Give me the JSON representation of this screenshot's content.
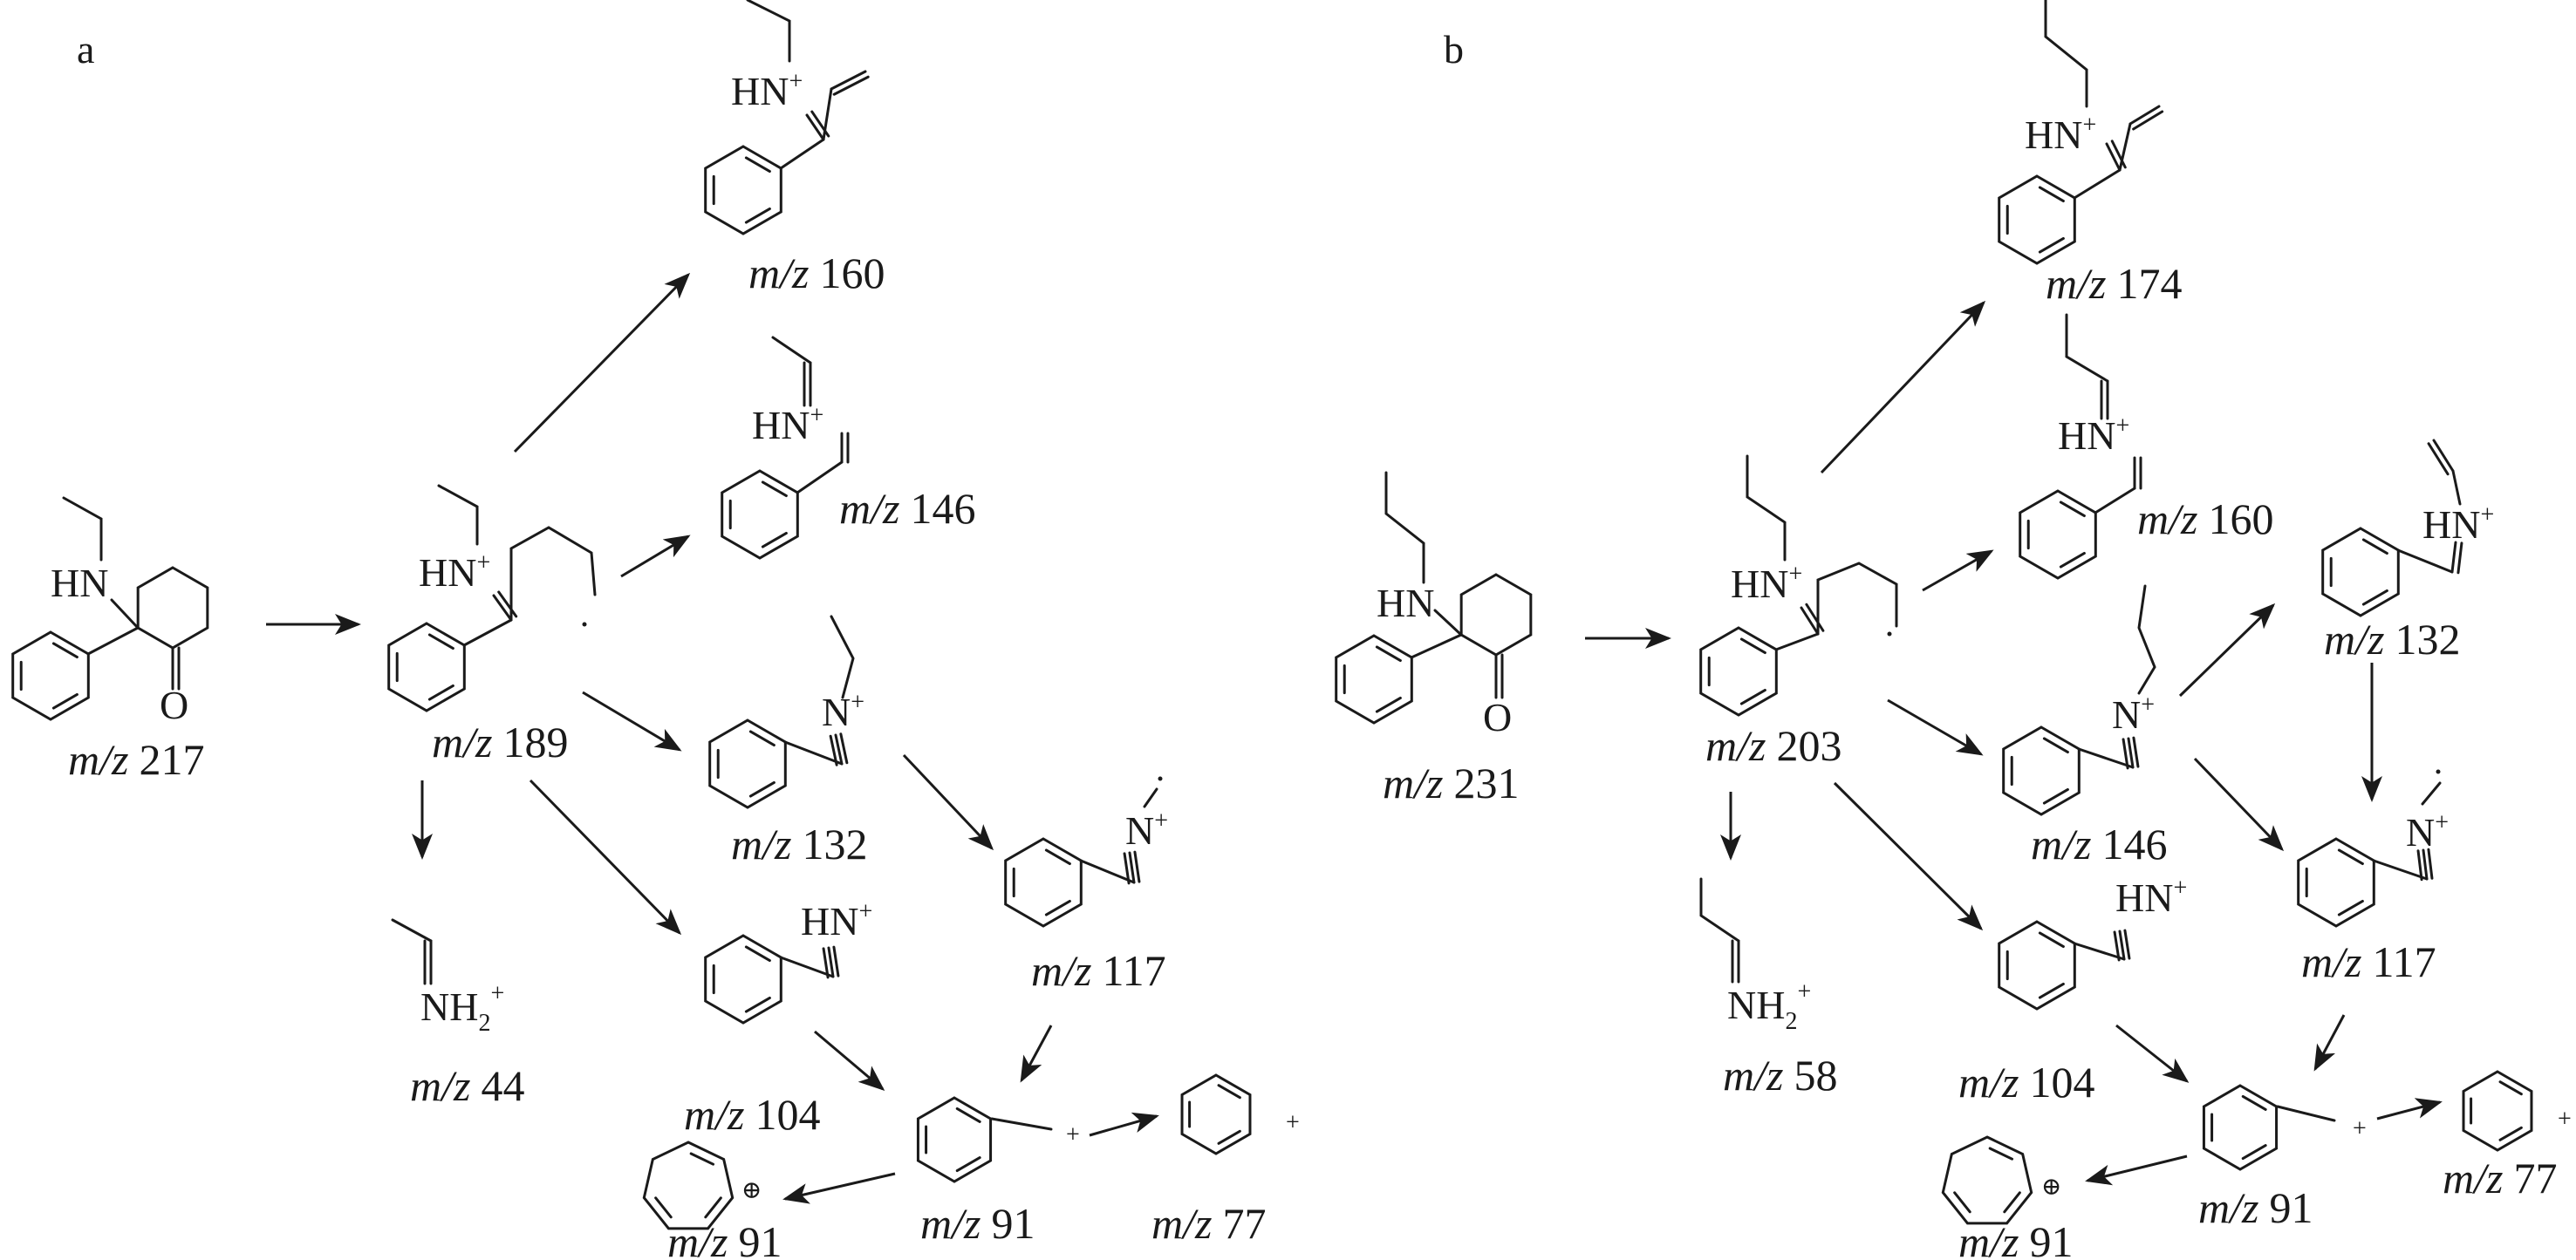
{
  "mz_prefix": "m/z",
  "atoms": {
    "HN": "HN",
    "N": "N",
    "O": "O",
    "NH": "NH",
    "sub2": "2",
    "plus": "+",
    "dot": "·",
    "oplus": "⊕"
  },
  "panel_a": {
    "label": "a",
    "ions": {
      "parent": "217",
      "i189": "189",
      "i160": "160",
      "i146": "146",
      "i132": "132",
      "i117": "117",
      "i104": "104",
      "i44": "44",
      "i91": "91",
      "i77": "77",
      "trop": "91"
    }
  },
  "panel_b": {
    "label": "b",
    "ions": {
      "parent": "231",
      "i203": "203",
      "i174": "174",
      "i160": "160",
      "i146": "146",
      "i132": "132",
      "i117": "117",
      "i104": "104",
      "i58": "58",
      "i91": "91",
      "i77": "77",
      "trop": "91"
    }
  }
}
